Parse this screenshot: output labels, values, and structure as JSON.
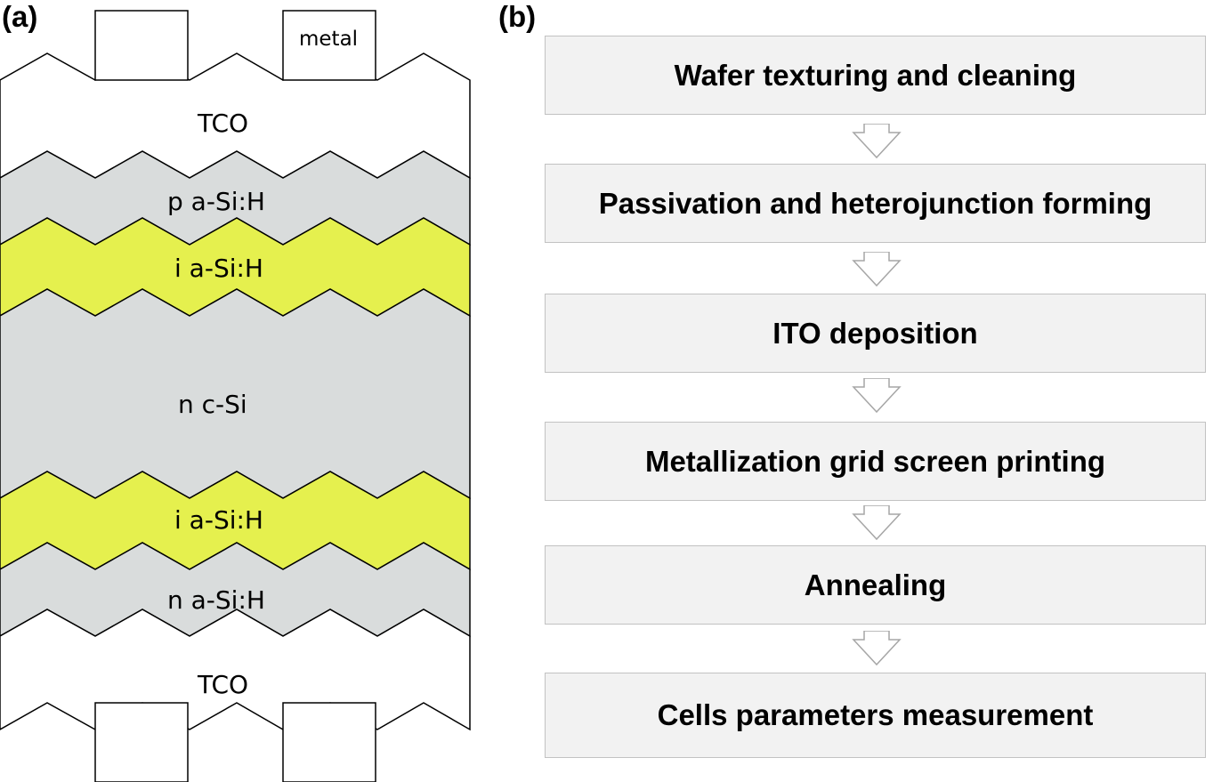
{
  "panel_a": {
    "label": "(a)",
    "metal_label": "metal",
    "layers": [
      {
        "name": "TCO",
        "label": "TCO",
        "color": "#ffffff"
      },
      {
        "name": "p-a-si-h",
        "label": "p a-Si:H",
        "color": "#d9dcdc"
      },
      {
        "name": "i-a-si-h-top",
        "label": "i a-Si:H",
        "color": "#e5f04e"
      },
      {
        "name": "n-c-si",
        "label": "n c-Si",
        "color": "#d9dcdc"
      },
      {
        "name": "i-a-si-h-bottom",
        "label": "i a-Si:H",
        "color": "#e5f04e"
      },
      {
        "name": "n-a-si-h",
        "label": "n a-Si:H",
        "color": "#d9dcdc"
      },
      {
        "name": "TCO-bottom",
        "label": "TCO",
        "color": "#ffffff"
      }
    ]
  },
  "panel_b": {
    "label": "(b)",
    "steps": [
      "Wafer texturing and cleaning",
      "Passivation and heterojunction forming",
      "ITO deposition",
      "Metallization grid screen printing",
      "Annealing",
      "Cells parameters measurement"
    ]
  }
}
